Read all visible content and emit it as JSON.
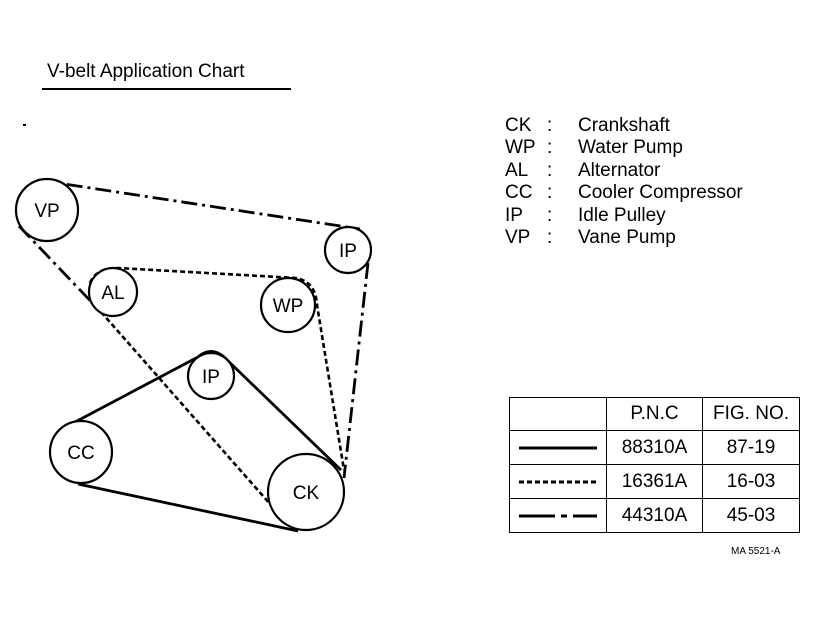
{
  "title": "V-belt Application Chart",
  "pulleys": {
    "vp": "VP",
    "ip_upper": "IP",
    "al": "AL",
    "wp": "WP",
    "ip_lower": "IP",
    "cc": "CC",
    "ck": "CK"
  },
  "legend": [
    {
      "code": "CK",
      "sep": ":",
      "name": "Crankshaft"
    },
    {
      "code": "WP",
      "sep": ":",
      "name": "Water Pump"
    },
    {
      "code": "AL",
      "sep": ":",
      "name": "Alternator"
    },
    {
      "code": "CC",
      "sep": ":",
      "name": "Cooler Compressor"
    },
    {
      "code": "IP",
      "sep": ":",
      "name": "Idle Pulley"
    },
    {
      "code": "VP",
      "sep": ":",
      "name": "Vane Pump"
    }
  ],
  "table": {
    "headers": [
      "",
      "P.N.C",
      "FIG. NO."
    ],
    "rows": [
      {
        "line_style": "solid",
        "pnc": "88310A",
        "fig": "87-19"
      },
      {
        "line_style": "dashed",
        "pnc": "16361A",
        "fig": "16-03"
      },
      {
        "line_style": "dash-dot",
        "pnc": "44310A",
        "fig": "45-03"
      }
    ]
  },
  "doc_code": "MA  5521-A"
}
